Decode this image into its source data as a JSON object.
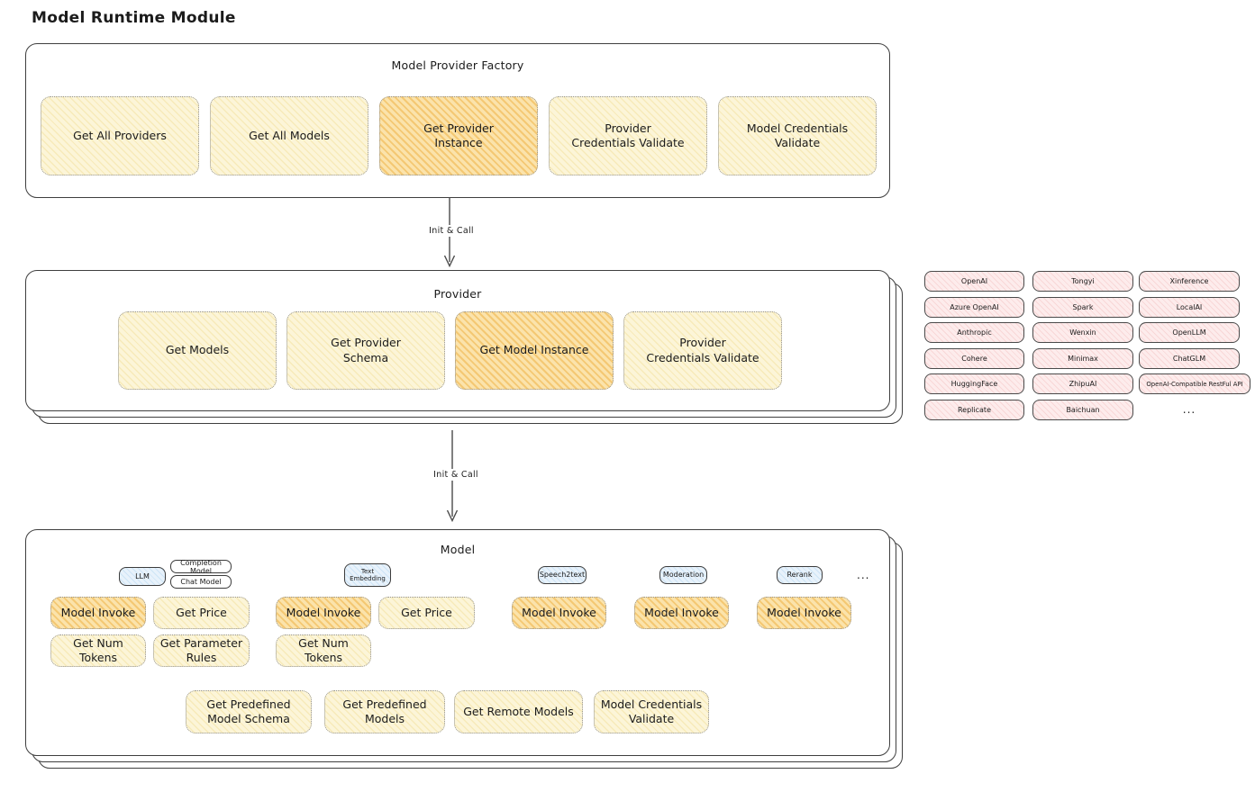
{
  "title": "Model Runtime Module",
  "arrows": {
    "label": "Init & Call"
  },
  "factory": {
    "title": "Model Provider Factory",
    "ops": [
      "Get All Providers",
      "Get All Models",
      "Get Provider Instance",
      "Provider Credentials Validate",
      "Model Credentials Validate"
    ]
  },
  "provider": {
    "title": "Provider",
    "ops": [
      "Get Models",
      "Get Provider Schema",
      "Get Model Instance",
      "Provider Credentials Validate"
    ]
  },
  "providers_panel": {
    "columns": [
      [
        "OpenAI",
        "Azure OpenAI",
        "Anthropic",
        "Cohere",
        "HuggingFace",
        "Replicate"
      ],
      [
        "Tongyi",
        "Spark",
        "Wenxin",
        "Minimax",
        "ZhipuAI",
        "Baichuan"
      ],
      [
        "Xinference",
        "LocalAI",
        "OpenLLM",
        "ChatGLM",
        "OpenAI-Compatible RestFul API"
      ]
    ],
    "more_label": "..."
  },
  "model": {
    "title": "Model",
    "types": [
      "LLM",
      "Completion Model",
      "Chat Model",
      "Text Embedding",
      "Speech2text",
      "Moderation",
      "Rerank"
    ],
    "more_label": "...",
    "llm_ops": [
      "Model Invoke",
      "Get Price",
      "Get Num Tokens",
      "Get Parameter Rules"
    ],
    "text_embedding_ops": [
      "Model Invoke",
      "Get Price",
      "Get Num Tokens"
    ],
    "speech2text_ops": [
      "Model Invoke"
    ],
    "moderation_ops": [
      "Model Invoke"
    ],
    "rerank_ops": [
      "Model Invoke"
    ],
    "bottom_ops": [
      "Get Predefined Model Schema",
      "Get Predefined Models",
      "Get Remote Models",
      "Model Credentials Validate"
    ]
  },
  "colors": {
    "highlight_fill": "#f4c873",
    "soft_fill": "#fcf5d8",
    "type_fill": "#e8f2fb",
    "provider_chip_fill": "#fdecec",
    "stroke": "#3f3f3f"
  }
}
